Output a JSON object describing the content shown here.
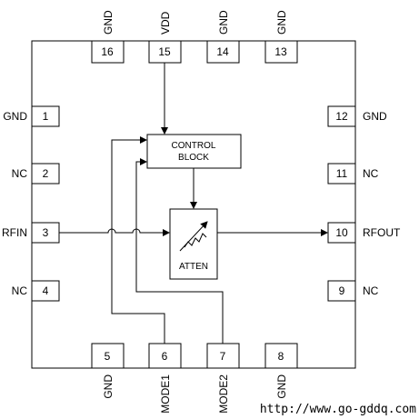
{
  "pins": {
    "p1": {
      "num": "1",
      "label": "GND"
    },
    "p2": {
      "num": "2",
      "label": "NC"
    },
    "p3": {
      "num": "3",
      "label": "RFIN"
    },
    "p4": {
      "num": "4",
      "label": "NC"
    },
    "p5": {
      "num": "5",
      "label": "GND"
    },
    "p6": {
      "num": "6",
      "label": "MODE1"
    },
    "p7": {
      "num": "7",
      "label": "MODE2"
    },
    "p8": {
      "num": "8",
      "label": "GND"
    },
    "p9": {
      "num": "9",
      "label": "NC"
    },
    "p10": {
      "num": "10",
      "label": "RFOUT"
    },
    "p11": {
      "num": "11",
      "label": "NC"
    },
    "p12": {
      "num": "12",
      "label": "GND"
    },
    "p13": {
      "num": "13",
      "label": "GND"
    },
    "p14": {
      "num": "14",
      "label": "GND"
    },
    "p15": {
      "num": "15",
      "label": "VDD"
    },
    "p16": {
      "num": "16",
      "label": "GND"
    }
  },
  "blocks": {
    "control_line1": "CONTROL",
    "control_line2": "BLOCK",
    "atten": "ATTEN"
  },
  "watermark": "http://www.go-gddq.com"
}
